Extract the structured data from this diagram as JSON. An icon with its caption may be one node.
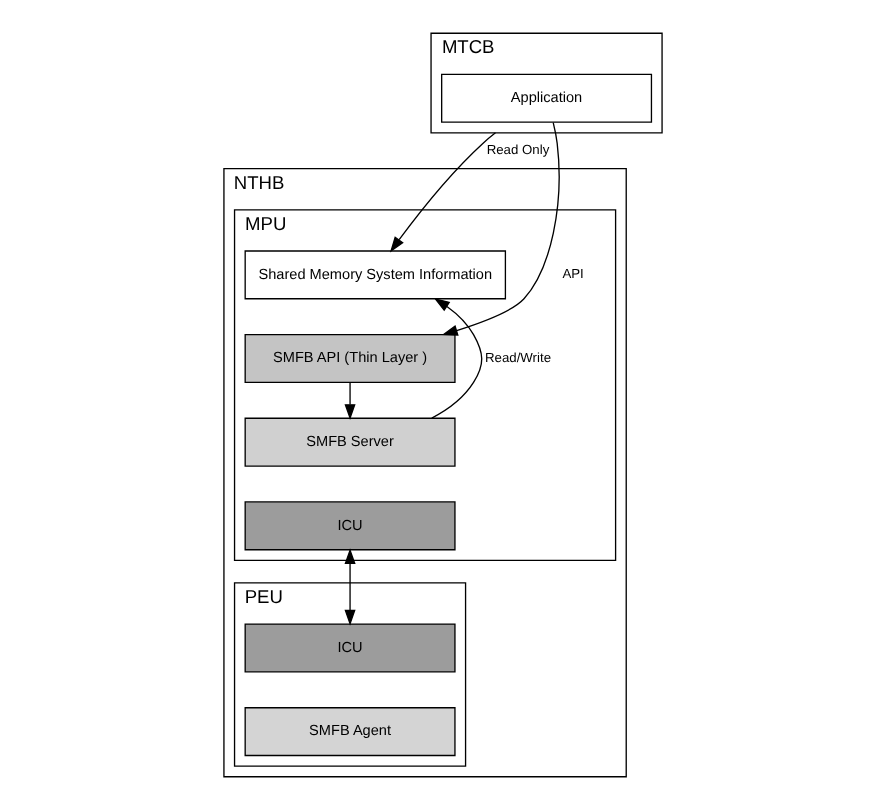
{
  "diagram": {
    "nodes": [
      {
        "text": [
          "MTCB"
        ]
      },
      {
        "text": [
          "Application"
        ],
        "in": 0
      },
      {
        "text": [
          "NTHB"
        ]
      },
      {
        "text": [
          "MPU"
        ],
        "in": 2
      },
      {
        "text": [
          "Shared Memory System Information"
        ],
        "in": 3
      },
      {
        "text": [
          "SMFB API (Thin Layer )"
        ],
        "in": 3
      },
      {
        "text": [
          "SMFB Server"
        ],
        "in": 3
      },
      {
        "text": [
          "ICU"
        ],
        "in": 3
      },
      {
        "text": [
          "PEU"
        ],
        "in": 2
      },
      {
        "text": [
          "ICU"
        ],
        "in": 8
      },
      {
        "text": [
          "SMFB Agent"
        ],
        "in": 8
      }
    ],
    "edges": [
      {
        "from": 1,
        "to": 5,
        "arrow": "to",
        "label": "API"
      },
      {
        "from": 0,
        "to": 4,
        "arrow": "to",
        "label": "Read Only"
      },
      {
        "from": 5,
        "to": 6,
        "arrow": "to"
      },
      {
        "from": 6,
        "to": 4,
        "arrow": "to",
        "label": "Read/Write"
      },
      {
        "from": 7,
        "to": 9,
        "arrow": "both"
      }
    ]
  }
}
